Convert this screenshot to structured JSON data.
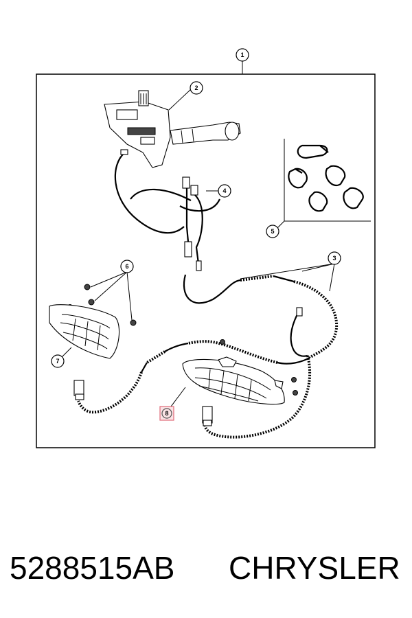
{
  "callouts": [
    {
      "label": "1"
    },
    {
      "label": "2"
    },
    {
      "label": "3"
    },
    {
      "label": "4"
    },
    {
      "label": "5"
    },
    {
      "label": "6"
    },
    {
      "label": "7"
    },
    {
      "label": "8",
      "highlighted": true
    }
  ],
  "footer": {
    "part_number": "5288515AB",
    "brand": "CHRYSLER"
  },
  "colors": {
    "highlight_fill": "#fbe3e5",
    "highlight_stroke": "#e06b79"
  }
}
